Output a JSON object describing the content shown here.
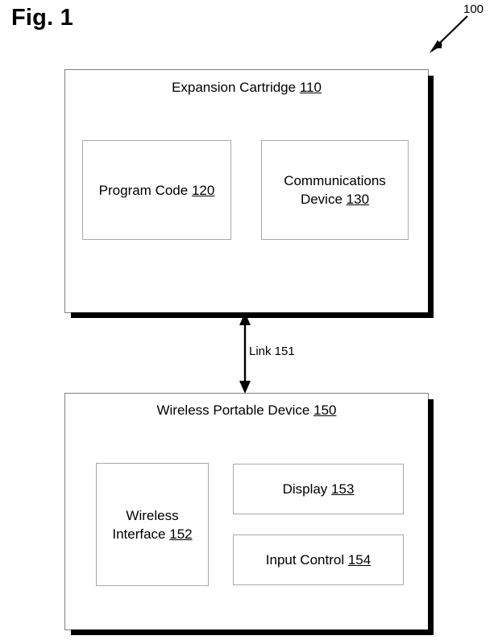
{
  "figure": {
    "caption": "Fig. 1",
    "system_ref": "100"
  },
  "top_box": {
    "title_text": "Expansion Cartridge",
    "title_num": "110",
    "components": [
      {
        "name": "program-code",
        "lines": [
          "Program Code"
        ],
        "num": "120"
      },
      {
        "name": "communications-device",
        "lines": [
          "Communications",
          "Device"
        ],
        "num": "130"
      }
    ]
  },
  "connector": {
    "label": "Link 151"
  },
  "bottom_box": {
    "title_text": "Wireless Portable Device",
    "title_num": "150",
    "components": [
      {
        "name": "wireless-interface",
        "lines": [
          "Wireless",
          "Interface"
        ],
        "num": "152"
      },
      {
        "name": "display",
        "lines": [
          "Display"
        ],
        "num": "153"
      },
      {
        "name": "input-control",
        "lines": [
          "Input Control"
        ],
        "num": "154"
      }
    ]
  },
  "colors": {
    "ink": "#000000",
    "box_border": "#808080",
    "inner_border": "#a9a9a9",
    "shadow": "#000000",
    "background": "#ffffff"
  }
}
